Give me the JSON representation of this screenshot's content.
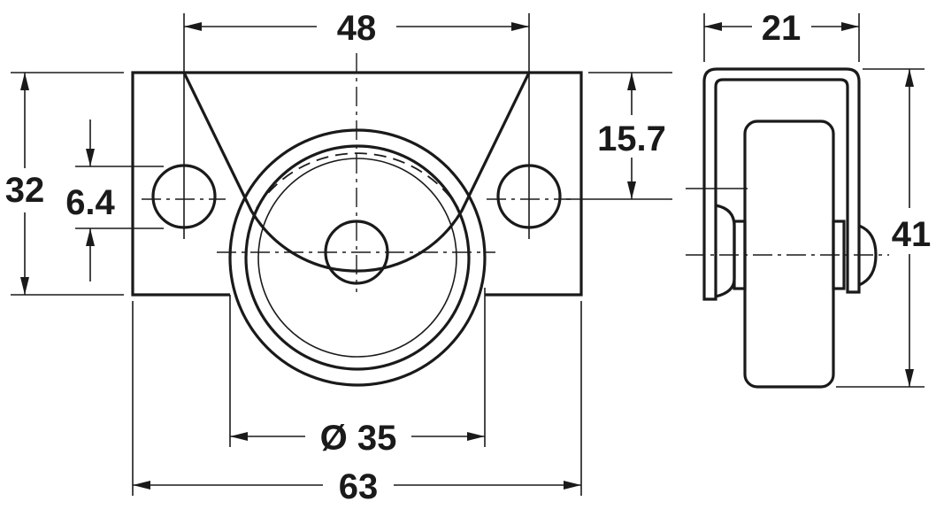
{
  "drawing": {
    "front_view": {
      "dim_top_hole_spacing": "48",
      "dim_height": "32",
      "dim_hole_diameter": "6.4",
      "dim_hole_center": "15.7",
      "dim_wheel_diameter": "Ø 35",
      "dim_overall_width": "63"
    },
    "side_view": {
      "dim_width": "21",
      "dim_height": "41"
    },
    "line_color": "#1a1a1a"
  }
}
